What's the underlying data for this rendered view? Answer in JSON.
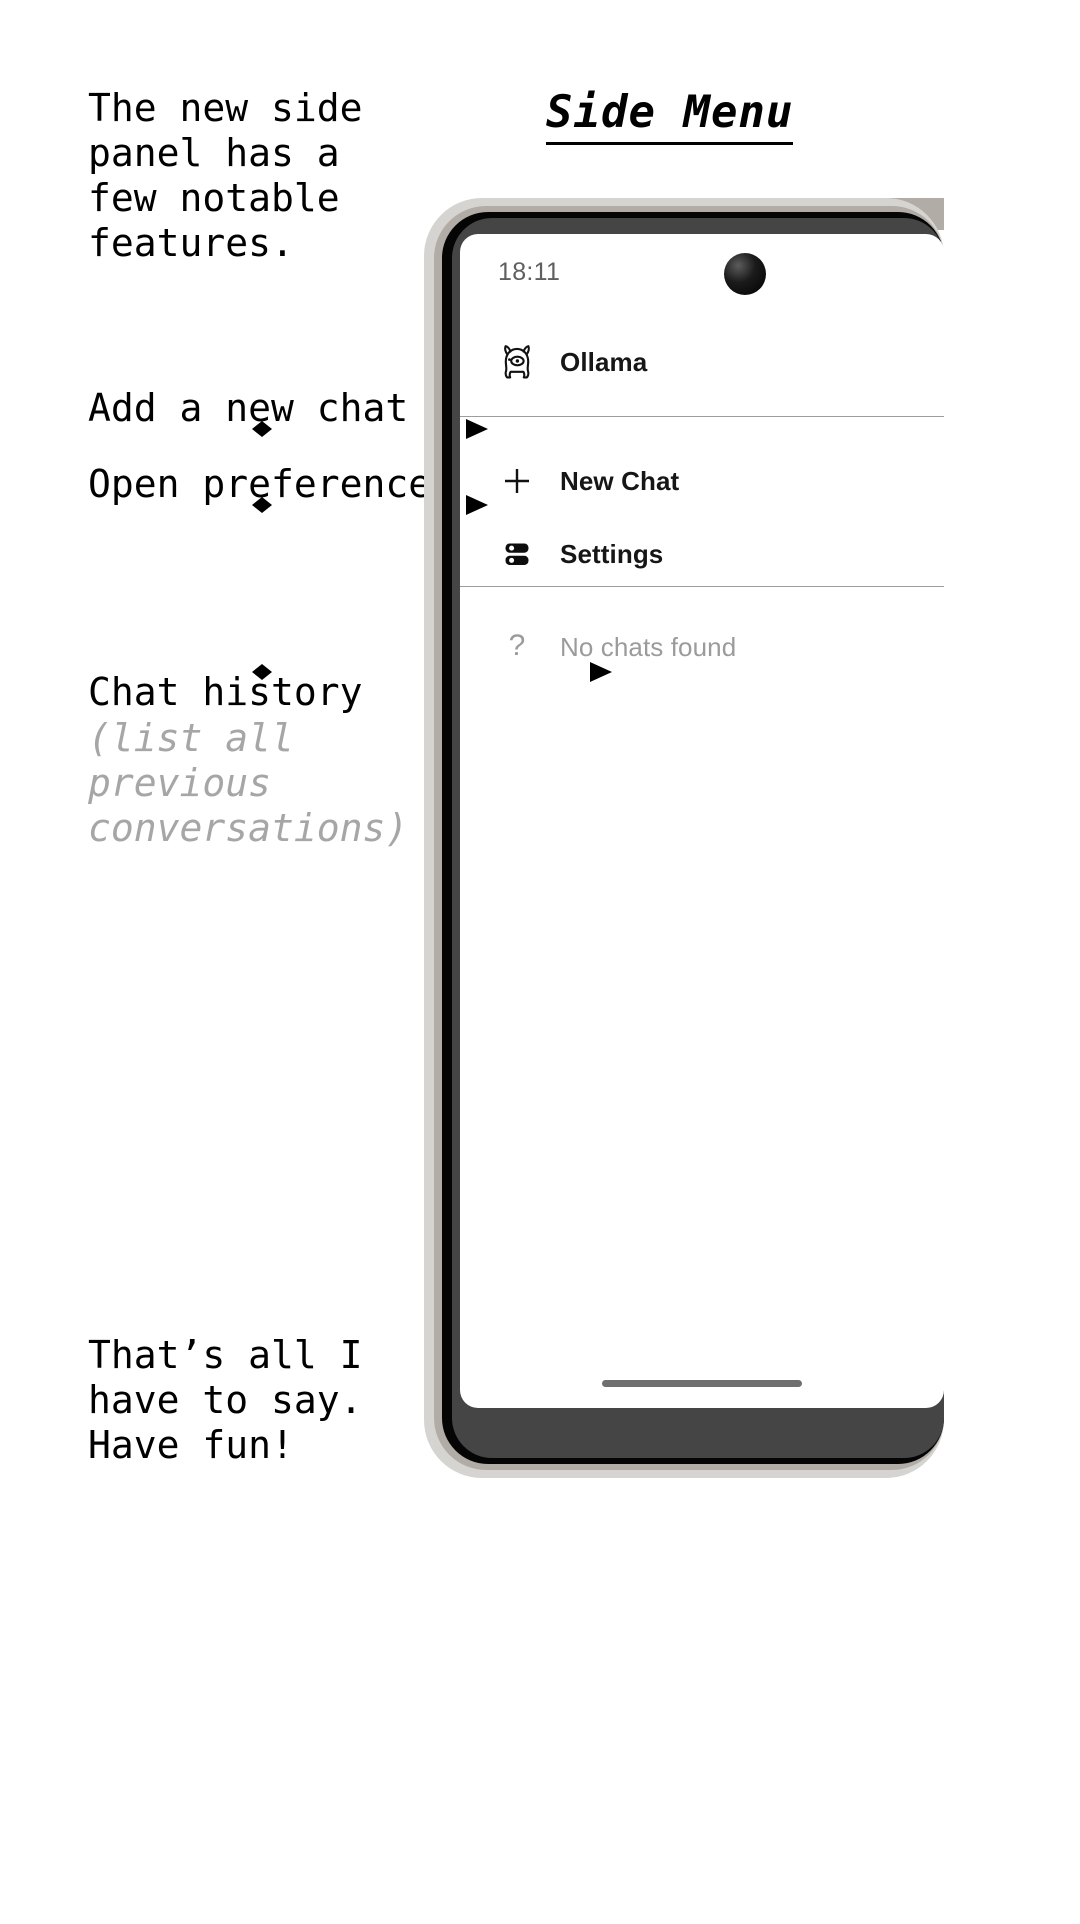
{
  "page": {
    "title": "Side Menu"
  },
  "annotations": {
    "intro": "The new side panel has a few notable features.",
    "new_chat": "Add a new chat",
    "preferences": "Open preferences",
    "history": "Chat history",
    "history_sub": "(list all previous conversations)",
    "outro": "That’s all I have to say. Have fun!"
  },
  "phone": {
    "status_bar": {
      "clock": "18:11",
      "camera": "front-camera-punchhole"
    },
    "side_menu": {
      "brand": {
        "icon": "ollama-llama-icon",
        "label": "Ollama"
      },
      "items": [
        {
          "icon": "plus-icon",
          "label": "New Chat"
        },
        {
          "icon": "settings-icon",
          "label": "Settings"
        }
      ],
      "chat_history": {
        "icon": "question-mark-icon",
        "empty_label": "No chats found"
      }
    },
    "home_indicator": "home-indicator-bar"
  },
  "colors": {
    "text": "#000000",
    "muted_text": "#a6a6a6",
    "screen_muted": "#9b9b9b",
    "clock": "#5f5f5f",
    "divider": "#9d9d9d",
    "bezel_black": "#050505",
    "bezel_inner": "#454545",
    "shell_outer": "#d6d4d1",
    "shell_mid": "#b2aca6",
    "home_indicator": "#6f6f6f"
  }
}
